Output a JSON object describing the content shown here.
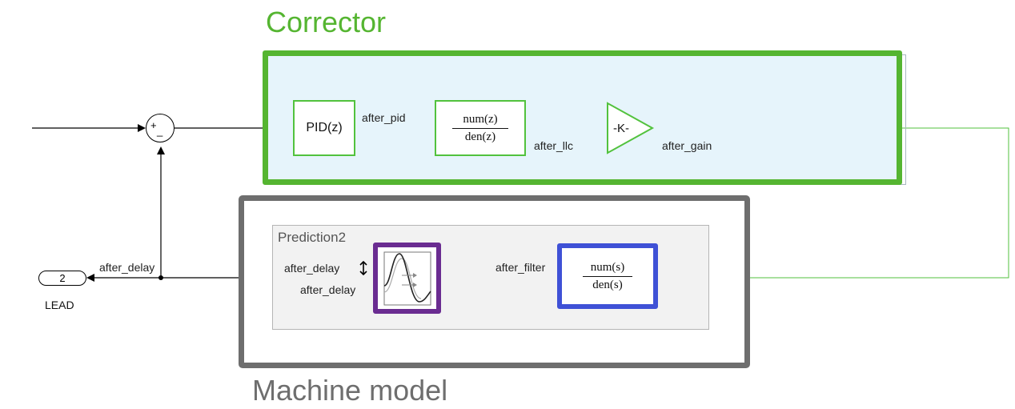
{
  "colors": {
    "corrector": "#55b531",
    "corrector_fill": "#e6f4fb",
    "machine": "#6e6e6e",
    "green_signal": "#52c23d",
    "purple": "#6a2c91",
    "blue": "#3f51d6"
  },
  "corrector": {
    "title": "Corrector",
    "pid_label": "PID(z)",
    "llc": {
      "num": "num(z)",
      "den": "den(z)"
    },
    "gain_label": "-K-",
    "signals": {
      "after_pid": "after_pid",
      "after_llc": "after_llc",
      "after_gain": "after_gain"
    }
  },
  "machine": {
    "title": "Machine model",
    "subsystem": {
      "title": "Prediction2",
      "in_label": "after_filter",
      "delay_out_label_1": "after_delay",
      "delay_out_label_2": "after_delay",
      "filter": {
        "num": "num(s)",
        "den": "den(s)"
      }
    }
  },
  "sum": {
    "plus": "+",
    "minus": "_"
  },
  "output": {
    "port_number": "2",
    "port_name": "LEAD",
    "signal": "after_delay"
  }
}
